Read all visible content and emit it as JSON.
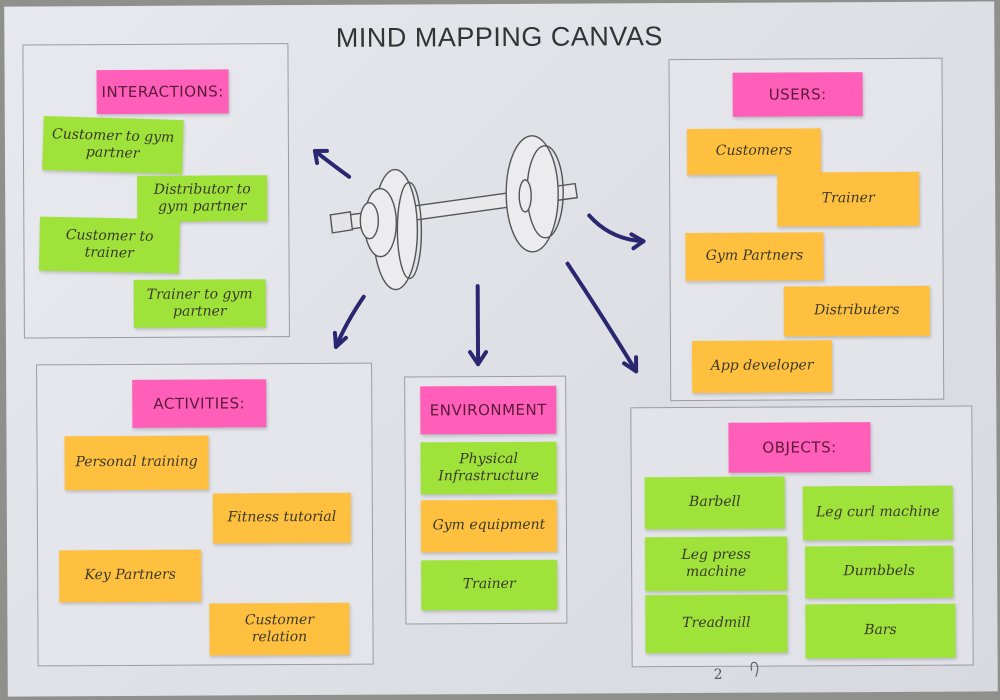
{
  "title": "MIND MAPPING CANVAS",
  "interactions": {
    "header": "INTERACTIONS:",
    "items": [
      "Customer to gym partner",
      "Distributor to gym partner",
      "Customer to trainer",
      "Trainer to gym partner"
    ]
  },
  "users": {
    "header": "USERS:",
    "items": [
      "Customers",
      "Trainer",
      "Gym Partners",
      "Distributers",
      "App developer"
    ]
  },
  "activities": {
    "header": "ACTIVITIES:",
    "items": [
      "Personal training",
      "Fitness tutorial",
      "Key Partners",
      "Customer relation"
    ]
  },
  "environment": {
    "header": "ENVIRONMENT",
    "items": [
      "Physical Infrastructure",
      "Gym equipment",
      "Trainer"
    ]
  },
  "objects": {
    "header": "OBJECTS:",
    "items": [
      "Barbell",
      "Leg curl machine",
      "Leg press machine",
      "Dumbbels",
      "Treadmill",
      "Bars"
    ]
  },
  "page_number": "2",
  "colors": {
    "header_note": "#ff5fb8",
    "green_note": "#9fe23a",
    "orange_note": "#ffc03f",
    "arrow": "#2b2670"
  },
  "icons": [
    "barbell-drawing",
    "arrow"
  ]
}
